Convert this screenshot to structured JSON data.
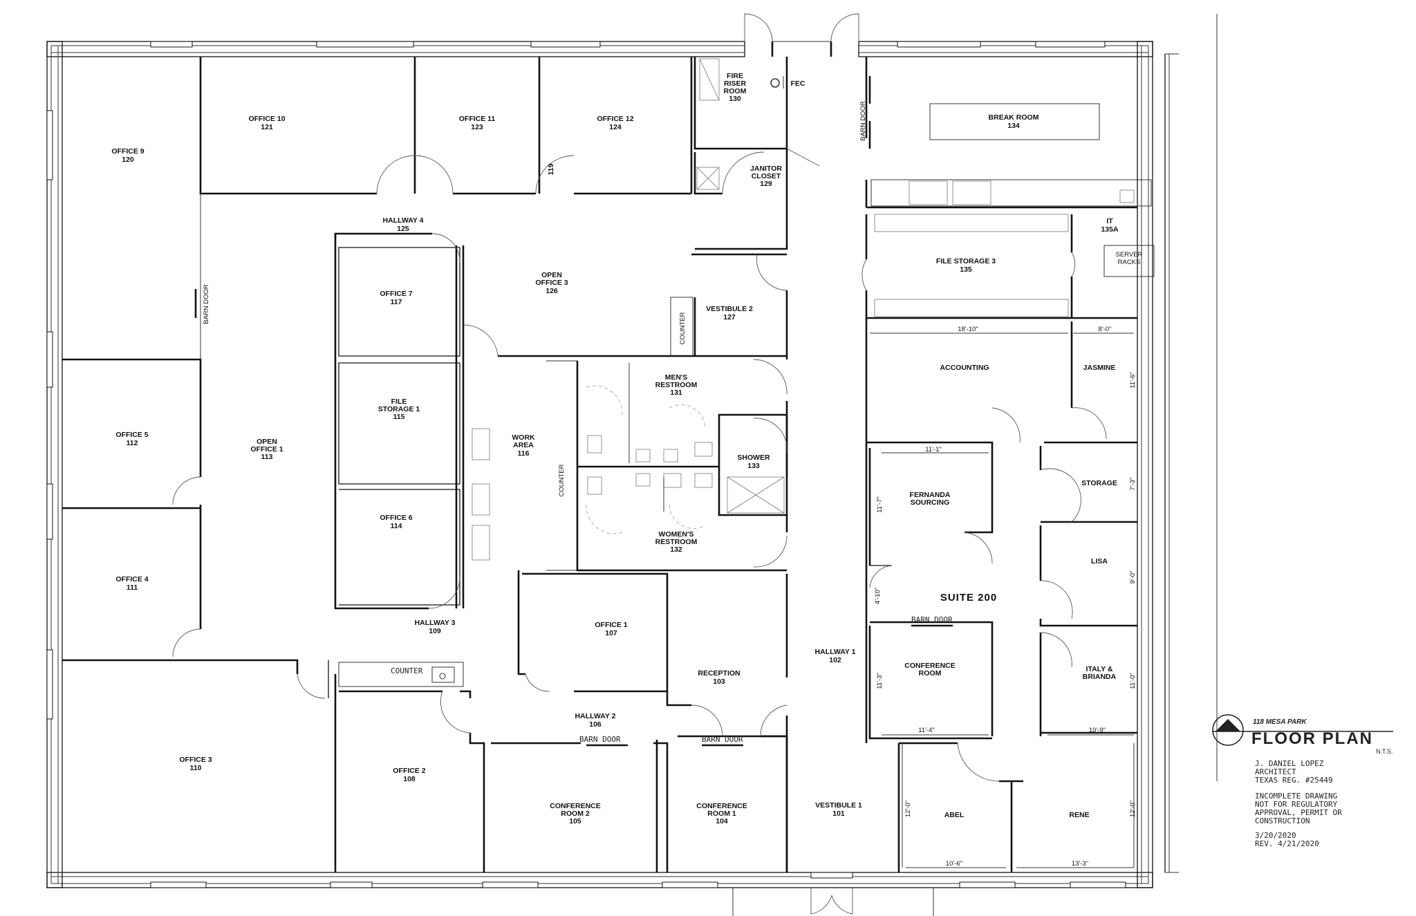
{
  "rooms": {
    "office_9": {
      "name": "OFFICE 9",
      "num": "120"
    },
    "office_10": {
      "name": "OFFICE 10",
      "num": "121"
    },
    "office_11": {
      "name": "OFFICE 11",
      "num": "123"
    },
    "office_12": {
      "name": "OFFICE 12",
      "num": "124"
    },
    "fire_riser": {
      "line1": "FIRE",
      "line2": "RISER",
      "line3": "ROOM",
      "num": "130"
    },
    "fec": "FEC",
    "janitor": {
      "line1": "JANITOR",
      "line2": "CLOSET",
      "num": "129"
    },
    "break_room": {
      "name": "BREAK ROOM",
      "num": "134"
    },
    "barn_door_label": "BARN DOOR",
    "hallway_4": {
      "name": "HALLWAY 4",
      "num": "125"
    },
    "open_office_3": {
      "line1": "OPEN",
      "line2": "OFFICE 3",
      "num": "126"
    },
    "room_119": "119",
    "office_7": {
      "name": "OFFICE 7",
      "num": "117"
    },
    "vestibule_2": {
      "name": "VESTIBULE 2",
      "num": "127"
    },
    "counter": "COUNTER",
    "file_storage_3": {
      "name": "FILE STORAGE 3",
      "num": "135"
    },
    "it": {
      "name": "IT",
      "num": "135A"
    },
    "server_racks": {
      "line1": "SERVER",
      "line2": "RACKS"
    },
    "file_storage_1": {
      "line1": "FILE",
      "line2": "STORAGE 1",
      "num": "115"
    },
    "mens_restroom": {
      "line1": "MEN'S",
      "line2": "RESTROOM",
      "num": "131"
    },
    "accounting": "ACCOUNTING",
    "jasmine": "JASMINE",
    "office_5": {
      "name": "OFFICE 5",
      "num": "112"
    },
    "open_office_1": {
      "line1": "OPEN",
      "line2": "OFFICE 1",
      "num": "113"
    },
    "work_area": {
      "line1": "WORK",
      "line2": "AREA",
      "num": "116"
    },
    "shower": {
      "name": "SHOWER",
      "num": "133"
    },
    "fernanda": {
      "line1": "FERNANDA",
      "line2": "SOURCING"
    },
    "storage": "STORAGE",
    "office_6": {
      "name": "OFFICE 6",
      "num": "114"
    },
    "womens_restroom": {
      "line1": "WOMEN'S",
      "line2": "RESTROOM",
      "num": "132"
    },
    "office_4": {
      "name": "OFFICE 4",
      "num": "111"
    },
    "lisa": "LISA",
    "suite_200": "SUITE 200",
    "hallway_3": {
      "name": "HALLWAY 3",
      "num": "109"
    },
    "office_1": {
      "name": "OFFICE 1",
      "num": "107"
    },
    "hallway_1": {
      "name": "HALLWAY 1",
      "num": "102"
    },
    "reception": {
      "name": "RECEPTION",
      "num": "103"
    },
    "conference_room": {
      "line1": "CONFERENCE",
      "line2": "ROOM"
    },
    "italy": {
      "line1": "ITALY &",
      "line2": "BRIANDA"
    },
    "hallway_2": {
      "name": "HALLWAY 2",
      "num": "106"
    },
    "office_3": {
      "name": "OFFICE 3",
      "num": "110"
    },
    "office_2": {
      "name": "OFFICE 2",
      "num": "108"
    },
    "conf_room_2": {
      "line1": "CONFERENCE",
      "line2": "ROOM 2",
      "num": "105"
    },
    "conf_room_1": {
      "line1": "CONFERENCE",
      "line2": "ROOM 1",
      "num": "104"
    },
    "vestibule_1": {
      "name": "VESTIBULE 1",
      "num": "101"
    },
    "abel": "ABEL",
    "rene": "RENE"
  },
  "dimensions": {
    "d_18_10": "18'-10\"",
    "d_8_0": "8'-0\"",
    "d_11_6": "11'-6\"",
    "d_11_1": "11'-1\"",
    "d_11_7": "11'-7\"",
    "d_7_3": "7'-3\"",
    "d_9_0": "9'-0\"",
    "d_4_10": "4'-10\"",
    "d_11_3": "11'-3\"",
    "d_11_0": "11'-0\"",
    "d_11_4": "11'-4\"",
    "d_10_9": "10'-9\"",
    "d_12_0a": "12'-0\"",
    "d_12_0b": "12'-0\"",
    "d_10_6": "10'-6\"",
    "d_13_3": "13'-3\""
  },
  "title_block": {
    "project": "118 MESA PARK",
    "title": "FLOOR PLAN",
    "scale": "N.T.S.",
    "architect": [
      "J. DANIEL LOPEZ",
      "ARCHITECT",
      "TEXAS REG. #25449"
    ],
    "disclaimer": [
      "INCOMPLETE DRAWING",
      "NOT FOR REGULATORY",
      "APPROVAL, PERMIT OR",
      "CONSTRUCTION"
    ],
    "dates": [
      "3/20/2020",
      "REV. 4/21/2020"
    ]
  }
}
